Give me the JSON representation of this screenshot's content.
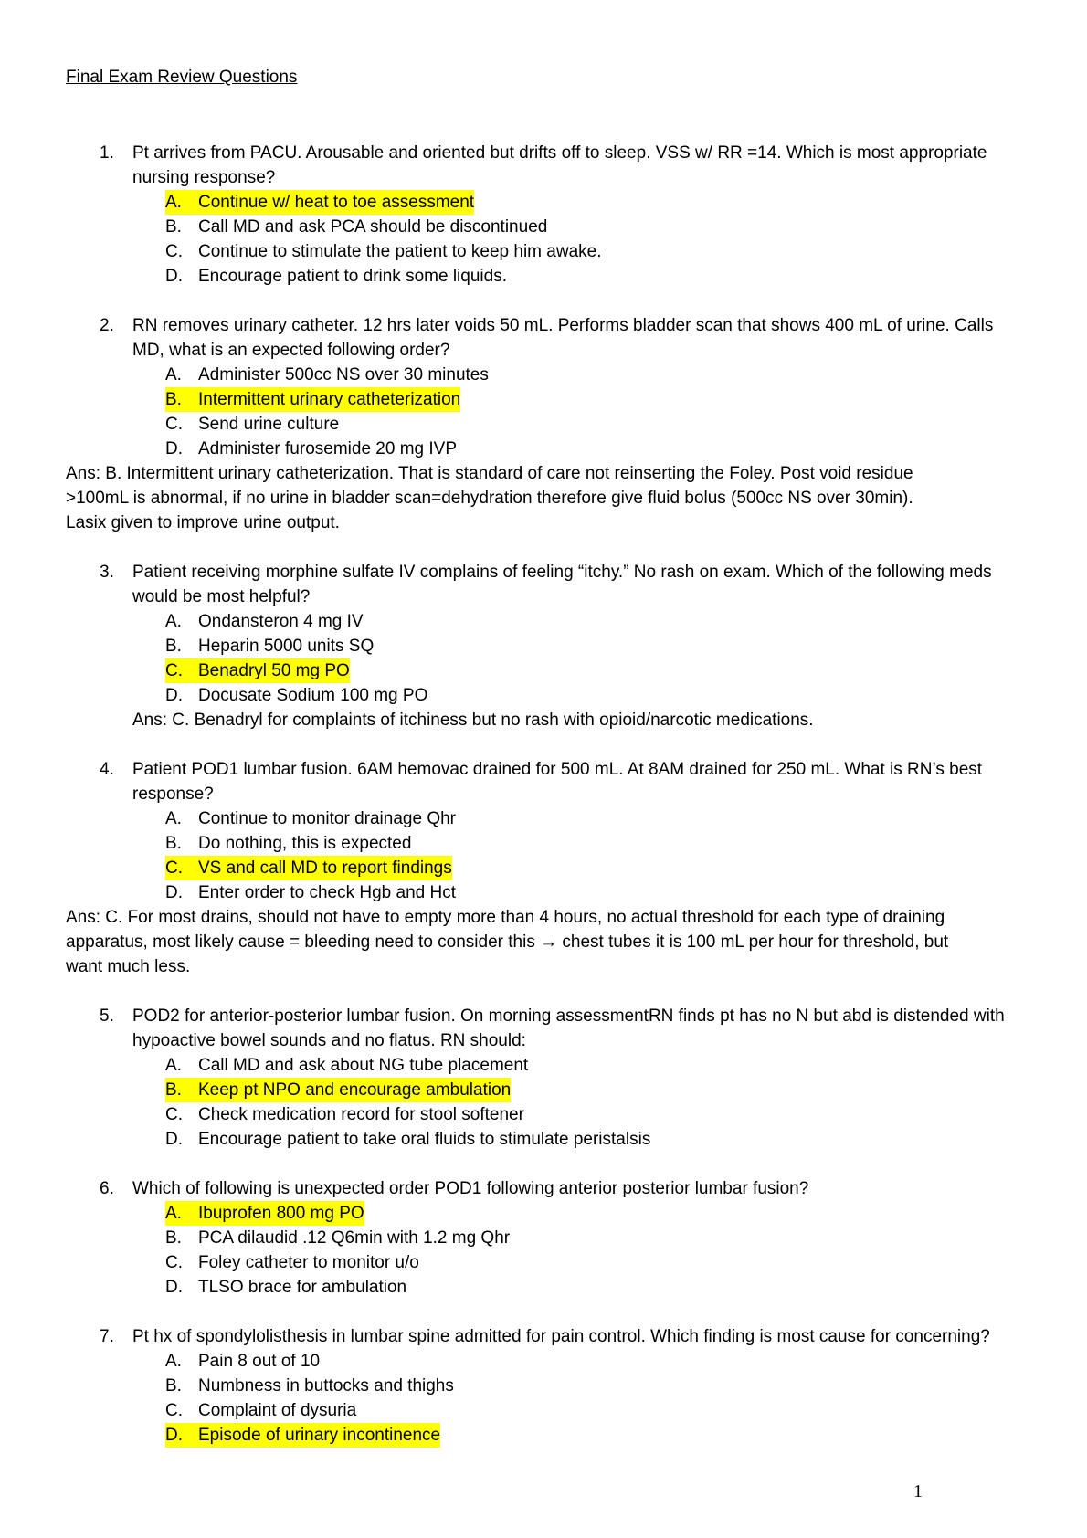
{
  "document": {
    "title": "Final Exam Review Questions",
    "page_number": "1",
    "highlight_color": "#ffff00"
  },
  "questions": [
    {
      "number": "1.",
      "text": "Pt arrives from PACU. Arousable and oriented but drifts off to sleep. VSS w/ RR =14. Which is most appropriate nursing response?",
      "options": [
        {
          "letter": "A.",
          "text": "Continue w/ heat to toe assessment",
          "highlighted": true
        },
        {
          "letter": "B.",
          "text": "Call MD and ask PCA should be discontinued",
          "highlighted": false
        },
        {
          "letter": "C.",
          "text": "Continue to stimulate the patient to keep him awake.",
          "highlighted": false
        },
        {
          "letter": "D.",
          "text": "Encourage patient to drink some liquids.",
          "highlighted": false
        }
      ],
      "answer": "",
      "answer_style": "none"
    },
    {
      "number": "2.",
      "text": "RN removes urinary catheter. 12 hrs later voids 50 mL. Performs bladder scan that shows 400 mL of urine. Calls MD, what is an expected following order?",
      "options": [
        {
          "letter": "A.",
          "text": "Administer 500cc NS over 30 minutes",
          "highlighted": false
        },
        {
          "letter": "B.",
          "text": "Intermittent urinary catheterization",
          "highlighted": true
        },
        {
          "letter": "C.",
          "text": "Send urine culture",
          "highlighted": false
        },
        {
          "letter": "D.",
          "text": "Administer furosemide 20 mg IVP",
          "highlighted": false
        }
      ],
      "answer": "Ans: B. Intermittent urinary catheterization. That is standard of care not reinserting the Foley. Post void residue >100mL is abnormal, if no urine in bladder scan=dehydration therefore give fluid bolus (500cc NS over 30min). Lasix given to improve urine output.",
      "answer_style": "full"
    },
    {
      "number": "3.",
      "text": "Patient receiving morphine sulfate IV complains of feeling “itchy.” No rash on exam. Which of the following meds would be most helpful?",
      "options": [
        {
          "letter": "A.",
          "text": "Ondansteron 4 mg IV",
          "highlighted": false
        },
        {
          "letter": "B.",
          "text": "Heparin 5000 units SQ",
          "highlighted": false
        },
        {
          "letter": "C.",
          "text": "Benadryl 50 mg PO",
          "highlighted": true
        },
        {
          "letter": "D.",
          "text": "Docusate Sodium 100 mg PO",
          "highlighted": false
        }
      ],
      "answer": "Ans: C. Benadryl for complaints of itchiness but no rash with opioid/narcotic medications.",
      "answer_style": "indent"
    },
    {
      "number": "4.",
      "text": "Patient POD1 lumbar fusion. 6AM hemovac drained for 500 mL. At 8AM drained for 250 mL. What is RN’s best response?",
      "options": [
        {
          "letter": "A.",
          "text": "Continue to monitor drainage Qhr",
          "highlighted": false
        },
        {
          "letter": "B.",
          "text": "Do nothing, this is expected",
          "highlighted": false
        },
        {
          "letter": "C.",
          "text": "VS and call MD to report findings",
          "highlighted": true
        },
        {
          "letter": "D.",
          "text": "Enter order to check Hgb and Hct",
          "highlighted": false
        }
      ],
      "answer": "Ans: C. For most drains, should not have to empty more than 4 hours, no actual threshold for each type of draining apparatus, most likely cause = bleeding need to consider this → chest tubes it is 100 mL per hour for threshold, but want much less.",
      "answer_style": "full"
    },
    {
      "number": "5.",
      "text": "POD2 for anterior-posterior lumbar fusion. On morning assessmentRN finds pt has no N but abd is distended with hypoactive bowel sounds and no flatus. RN should:",
      "options": [
        {
          "letter": "A.",
          "text": "Call MD and ask about NG tube placement",
          "highlighted": false
        },
        {
          "letter": "B.",
          "text": "Keep pt NPO and encourage ambulation",
          "highlighted": true
        },
        {
          "letter": "C.",
          "text": "Check medication record for stool softener",
          "highlighted": false
        },
        {
          "letter": "D.",
          "text": "Encourage patient to take oral fluids to stimulate peristalsis",
          "highlighted": false
        }
      ],
      "answer": "",
      "answer_style": "none"
    },
    {
      "number": "6.",
      "text": "Which of following is unexpected order POD1 following anterior posterior lumbar fusion?",
      "options": [
        {
          "letter": "A.",
          "text": "Ibuprofen 800 mg PO",
          "highlighted": true
        },
        {
          "letter": "B.",
          "text": "PCA dilaudid .12 Q6min with 1.2 mg Qhr",
          "highlighted": false
        },
        {
          "letter": "C.",
          "text": "Foley catheter to monitor u/o",
          "highlighted": false
        },
        {
          "letter": "D.",
          "text": "TLSO brace for ambulation",
          "highlighted": false
        }
      ],
      "answer": "",
      "answer_style": "none"
    },
    {
      "number": "7.",
      "text": "Pt hx of spondylolisthesis in lumbar spine admitted for pain control. Which finding is most cause for concerning?",
      "options": [
        {
          "letter": "A.",
          "text": "Pain 8 out of 10",
          "highlighted": false
        },
        {
          "letter": "B.",
          "text": "Numbness in buttocks and thighs",
          "highlighted": false
        },
        {
          "letter": "C.",
          "text": "Complaint of dysuria",
          "highlighted": false
        },
        {
          "letter": "D.",
          "text": "Episode of urinary incontinence",
          "highlighted": true
        }
      ],
      "answer": "",
      "answer_style": "none"
    }
  ]
}
